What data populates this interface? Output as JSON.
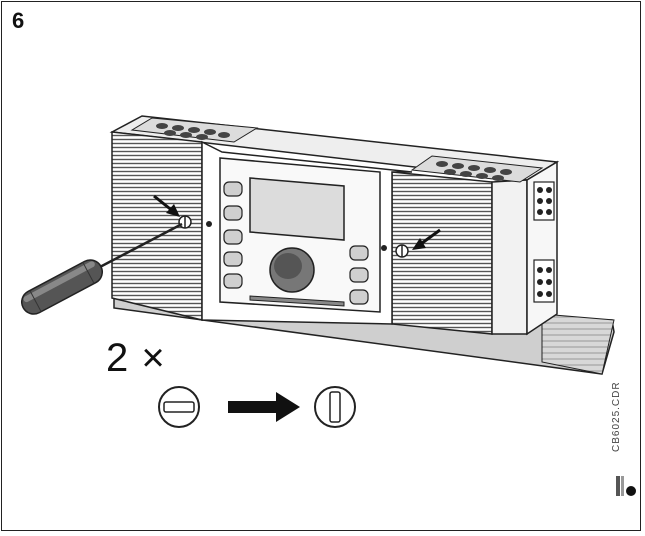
{
  "step": {
    "number": "6"
  },
  "instruction": {
    "count_label": "2 ×"
  },
  "figure": {
    "code": "CB6025.CDR"
  },
  "icons": {
    "device": "wall-mounted-controller",
    "tool": "screwdriver-icon",
    "from_state": "screw-slot-horizontal-icon",
    "to_state": "screw-slot-vertical-icon",
    "direction": "arrow-right-icon",
    "info": "info-icon"
  },
  "colors": {
    "line": "#222222",
    "hatch": "#555555",
    "ground": "#cfcfcf"
  }
}
